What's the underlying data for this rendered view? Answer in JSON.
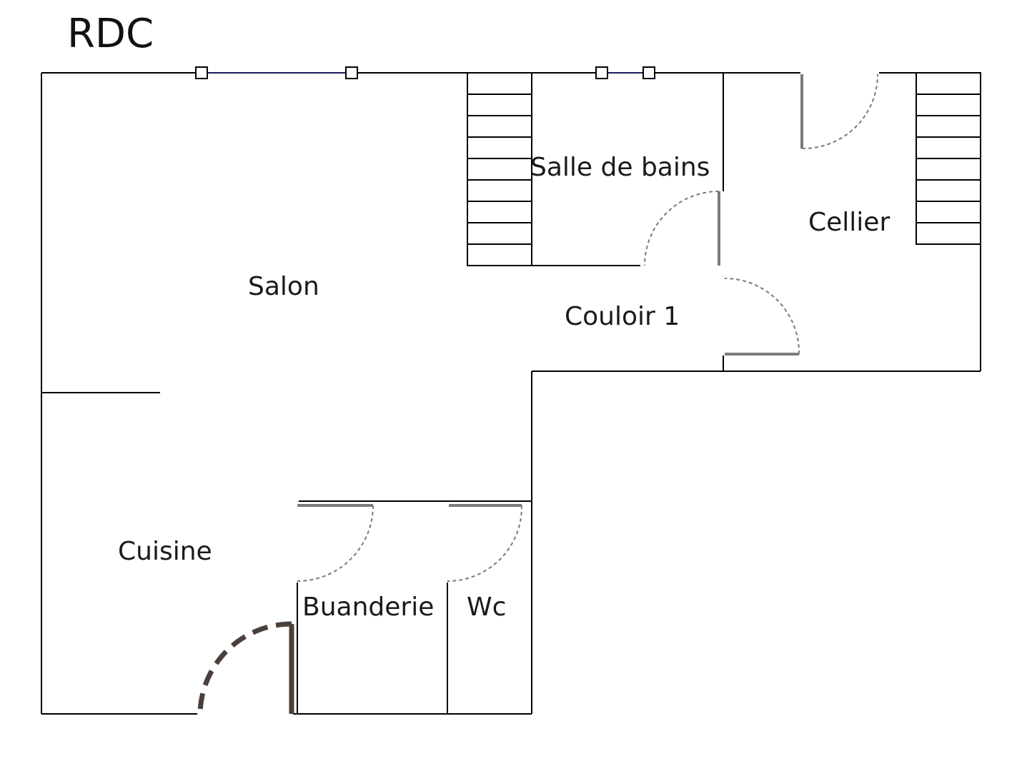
{
  "title": "RDC",
  "rooms": {
    "salon": "Salon",
    "salle_de_bains": "Salle de bains",
    "cellier": "Cellier",
    "couloir": "Couloir 1",
    "cuisine": "Cuisine",
    "buanderie": "Buanderie",
    "wc": "Wc"
  },
  "colors": {
    "wall": "#000000",
    "window": "#1c1c5a",
    "door": "#7a7a7a",
    "entrance_door": "#4a3f3a"
  }
}
